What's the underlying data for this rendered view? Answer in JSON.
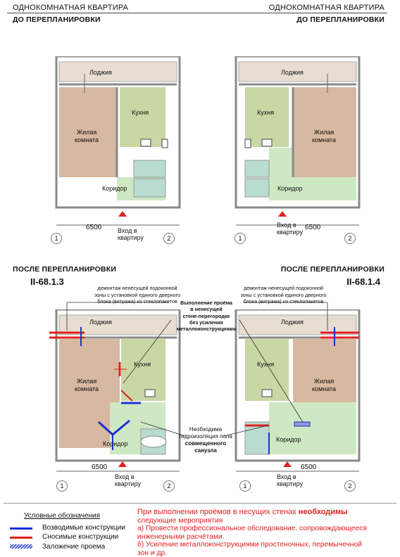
{
  "header": {
    "left_title": "ОДНОКОМНАТНАЯ КВАРТИРА",
    "right_title": "ОДНОКОМНАТНАЯ КВАРТИРА",
    "left_before": "ДО ПЕРЕПЛАНИРОВКИ",
    "right_before": "ДО ПЕРЕПЛАНИРОВКИ",
    "left_after": "ПОСЛЕ ПЕРЕПЛАНИРОВКИ",
    "right_after": "ПОСЛЕ ПЕРЕПЛАНИРОВКИ",
    "left_code": "II-68.1.3",
    "right_code": "II-68.1.4"
  },
  "rooms": {
    "loggia": "Лоджия",
    "kitchen": "Кухня",
    "living_1": "Жилая",
    "living_2": "комната",
    "corridor": "Коридор"
  },
  "dims": {
    "width": "6500",
    "axis_1": "1",
    "axis_2": "2",
    "entry_1": "Вход в",
    "entry_2": "квартиру"
  },
  "annotations": {
    "demolish_1": "демонтаж ненесущей подоконной",
    "demolish_2": "зоны с установкой единого дверного",
    "demolish_3": "блока (витража) из стеклопакетов",
    "opening_1": "Выполнение проёма",
    "opening_2": "в ненесущей",
    "opening_3": "стене-перегородке",
    "opening_4": "без усиления",
    "opening_5": "металлоконструкциями",
    "water_1": "Необходима",
    "water_2": "гидроизоляция пола",
    "water_3": "совмещенного",
    "water_4": "санузла"
  },
  "legend": {
    "title": "Условные обозначения",
    "built": "Возводимые конструкции",
    "removed": "Сносимые конструкции",
    "filled": "Заложение проема"
  },
  "note": {
    "line1_a": "При выполнении проёмов в несущих стенах ",
    "line1_b": "необходимы",
    "line2": "следующие мероприятия",
    "line3": "а) Провести профессиональное обследование, сопровождающееся",
    "line4": "инженерными расчётами.",
    "line5": "б) Усиление металлоконструкциями простеночных, перемычечной",
    "line6": "зон и др."
  },
  "colors": {
    "living": "#d7b8a0",
    "kitchen": "#c9d7a5",
    "corridor": "#cfe8c4",
    "bath": "#b9dcd0",
    "loggia": "#e7ddd0",
    "wall": "#888888",
    "built": "#1a2fcf",
    "removed": "#e02020"
  }
}
